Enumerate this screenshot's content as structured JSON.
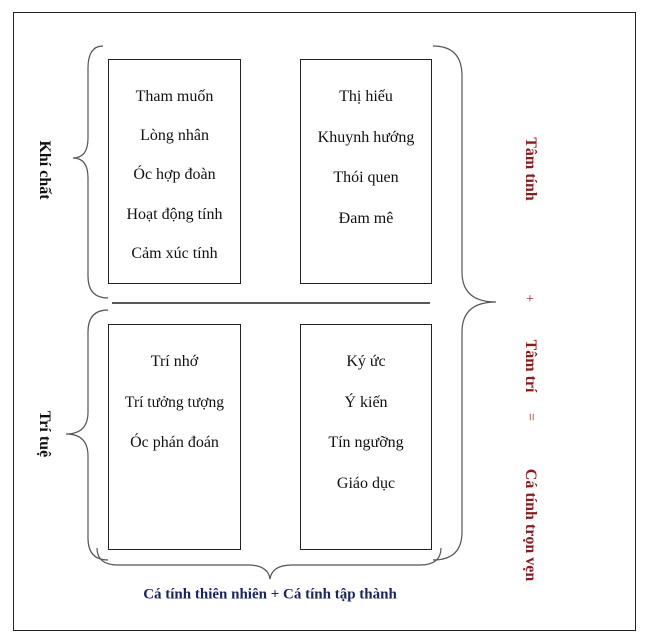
{
  "boxes": {
    "temperament_inner": [
      "Tham muốn",
      "Lòng nhân",
      "Óc hợp đoàn",
      "Hoạt động tính",
      "Cảm xúc tính"
    ],
    "temperament_acquired": [
      "Thị hiếu",
      "Khuynh hướng",
      "Thói quen",
      "Đam mê"
    ],
    "intellect_inner": [
      "Trí nhớ",
      "Trí tưởng tượng",
      "Óc phán đoán"
    ],
    "intellect_acquired": [
      "Ký ức",
      "Ý kiến",
      "Tín ngưỡng",
      "Giáo dục"
    ]
  },
  "left_labels": {
    "top": "Khí chất",
    "bottom": "Trí tuệ"
  },
  "right_labels": {
    "top": "Tâm tính",
    "plus": "+",
    "middle": "Tâm trí",
    "equals": "=",
    "bottom": "Cá tính trọn vẹn"
  },
  "bottom_caption": "Cá tính thiên nhiên + Cá tính tập thành",
  "colors": {
    "line": "#222222",
    "right_labels": "#8b1a1a",
    "bottom_caption": "#1a2560"
  }
}
